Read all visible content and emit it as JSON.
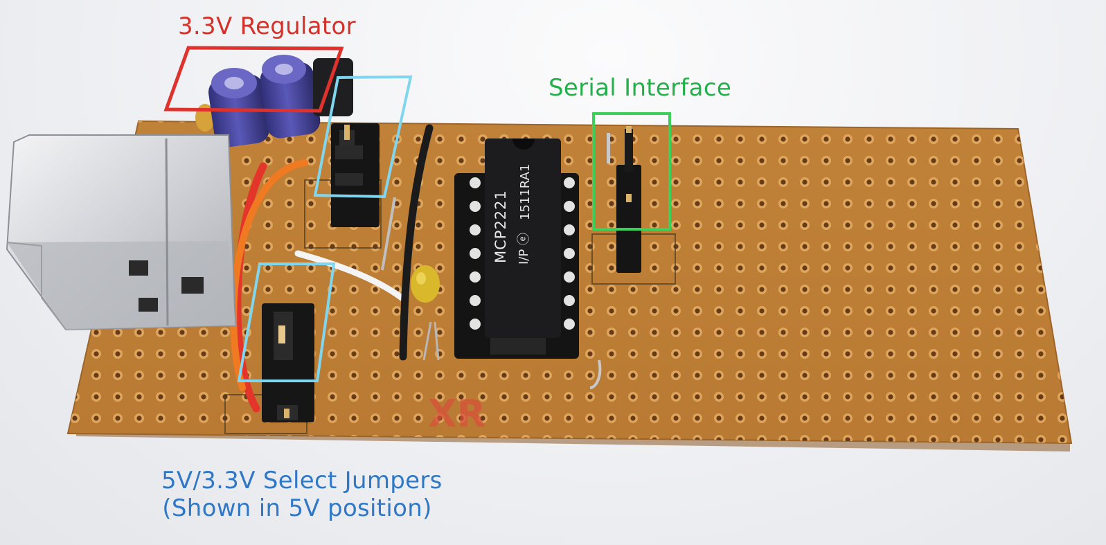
{
  "labels": {
    "regulator": "3.3V Regulator",
    "serial": "Serial Interface",
    "jumpers_line1": "5V/3.3V Select Jumpers",
    "jumpers_line2": "(Shown in 5V position)"
  },
  "ic_markings": {
    "part": "MCP2221",
    "package": "I/P",
    "lot": "1511RA1"
  },
  "board_marking": "XR",
  "colors": {
    "regulator_box": "#e0322c",
    "jumper_box": "#7fd6ee",
    "serial_box": "#3ccf5a",
    "board": "#c68a3e"
  }
}
